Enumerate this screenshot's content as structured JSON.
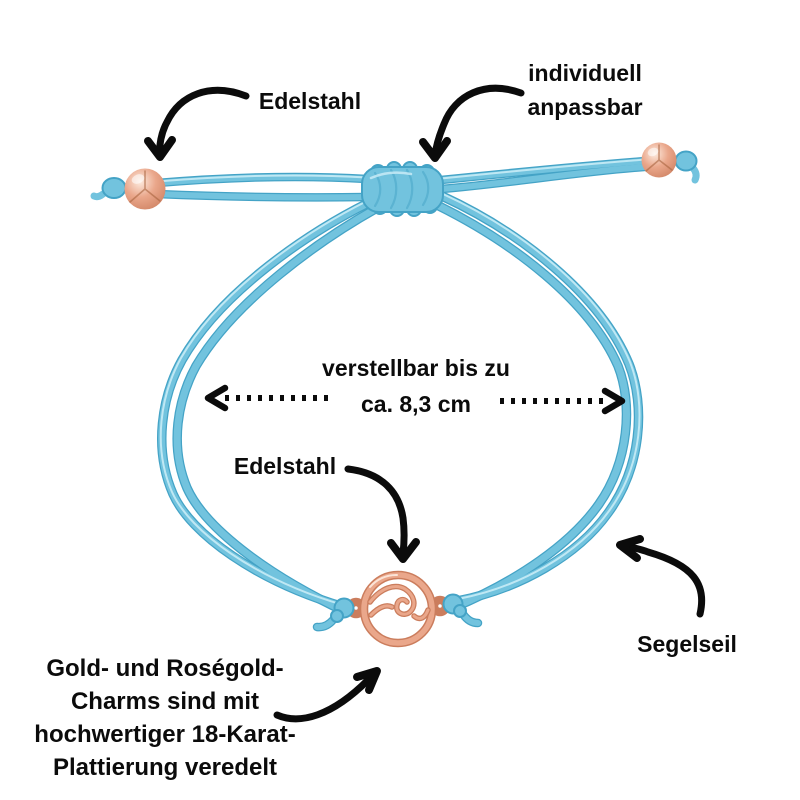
{
  "annotations": {
    "bead_material": "Edelstahl",
    "adjustable_knot": {
      "lines": [
        "individuell",
        "anpassbar"
      ]
    },
    "adjustable_range": {
      "lines": [
        "verstellbar bis zu",
        "ca. 8,3 cm"
      ]
    },
    "charm_material": "Edelstahl",
    "cord_material": "Segelseil",
    "plating_note": {
      "lines": [
        "Gold- und Roségold-",
        "Charms sind mit",
        "hochwertiger 18-Karat-",
        "Plattierung veredelt"
      ]
    }
  },
  "colors": {
    "cord": "#72c3de",
    "cord_dark": "#44a3c6",
    "cord_light": "#cdeef8",
    "rose_gold": "#eaa78b",
    "rose_gold_dark": "#cb7d5d",
    "rose_gold_light": "#fdebdf",
    "annotation": "#0b0b0b",
    "background": "#ffffff"
  },
  "icons": {
    "pointer_arrow": "hand-drawn-curved-arrow-icon",
    "measure_arrow": "dotted-double-headed-arrow-icon",
    "charm_motif": "ocean-wave-icon"
  }
}
